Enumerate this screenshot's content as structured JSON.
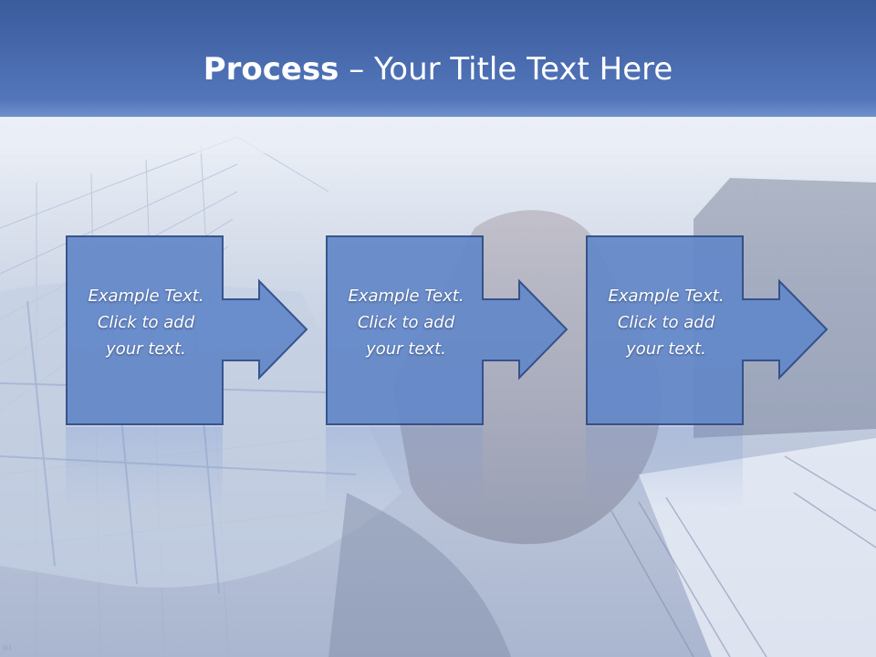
{
  "slide": {
    "title_bold": "Process",
    "title_rest": " – Your Title Text Here",
    "steps": [
      {
        "lines": [
          "Example Text.",
          "Click  to add",
          "your text."
        ]
      },
      {
        "lines": [
          "Example Text.",
          "Click  to add",
          "your text."
        ]
      },
      {
        "lines": [
          "Example Text.",
          "Click  to add",
          "your text."
        ]
      }
    ],
    "corner_mark": "(c)"
  },
  "colors": {
    "header_top": "#3d5fa0",
    "header_bottom": "#5478bd",
    "box_fill": "#6388c9",
    "box_border": "#2c4a86"
  }
}
